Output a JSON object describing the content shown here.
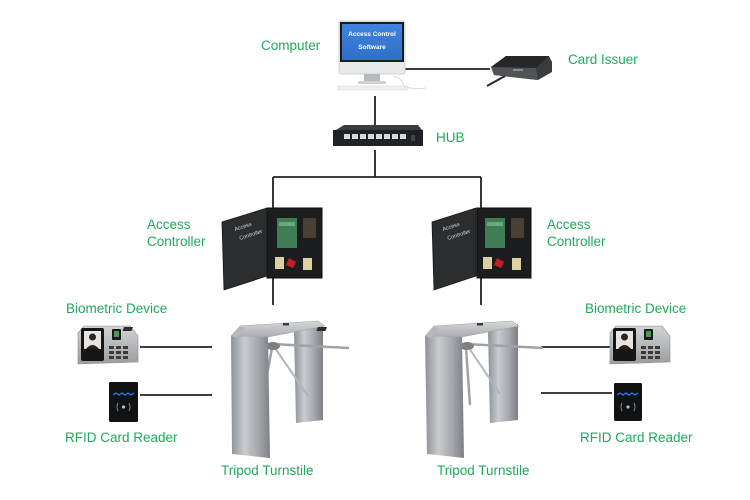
{
  "diagram": {
    "title": "Access Control Tripod Turnstile Network",
    "label_color": "#1faa5b",
    "line_color": "#222222",
    "nodes": {
      "computer": {
        "label": "Computer",
        "screen_text_line1": "Access Control",
        "screen_text_line2": "Software",
        "screen_color": "#3a7bd5"
      },
      "card_issuer": {
        "label": "Card Issuer"
      },
      "hub": {
        "label": "HUB"
      },
      "controller_left": {
        "label_line1": "Access",
        "label_line2": "Controller",
        "door_text_line1": "Access",
        "door_text_line2": "Controller"
      },
      "controller_right": {
        "label_line1": "Access",
        "label_line2": "Controller",
        "door_text_line1": "Access",
        "door_text_line2": "Controller"
      },
      "biometric_left": {
        "label": "Biometric Device"
      },
      "biometric_right": {
        "label": "Biometric Device"
      },
      "rfid_left": {
        "label": "RFID Card Reader"
      },
      "rfid_right": {
        "label": "RFID Card Reader"
      },
      "turnstile_left": {
        "label": "Tripod Turnstile"
      },
      "turnstile_right": {
        "label": "Tripod Turnstile"
      }
    },
    "connections": [
      {
        "from": "computer",
        "to": "card_issuer"
      },
      {
        "from": "computer",
        "to": "hub"
      },
      {
        "from": "hub",
        "to": "controller_left"
      },
      {
        "from": "hub",
        "to": "controller_right"
      },
      {
        "from": "controller_left",
        "to": "turnstile_left"
      },
      {
        "from": "controller_right",
        "to": "turnstile_right"
      },
      {
        "from": "biometric_left",
        "to": "turnstile_left"
      },
      {
        "from": "rfid_left",
        "to": "turnstile_left"
      },
      {
        "from": "biometric_right",
        "to": "turnstile_right"
      },
      {
        "from": "rfid_right",
        "to": "turnstile_right"
      }
    ]
  }
}
